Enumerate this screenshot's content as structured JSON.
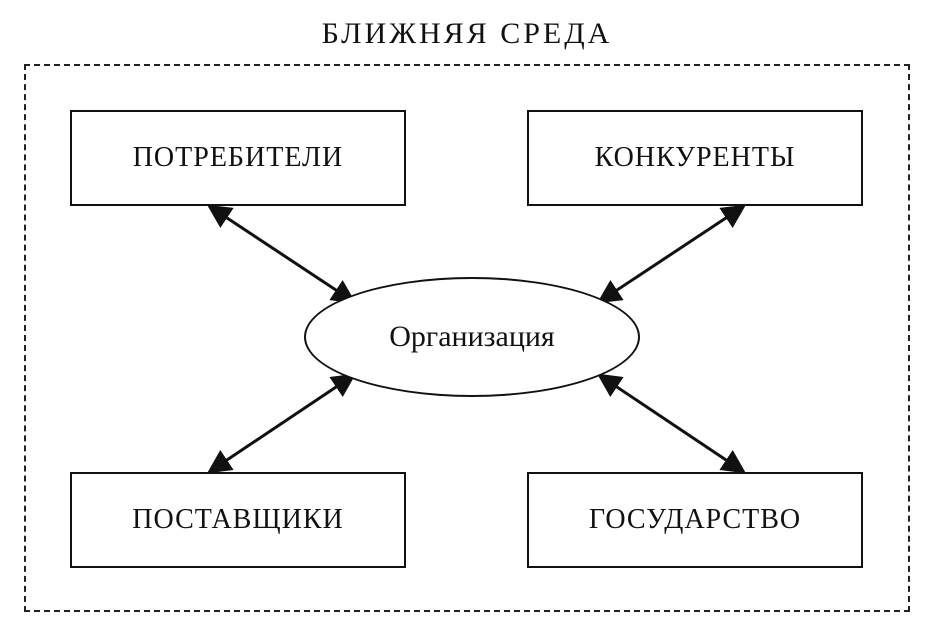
{
  "diagram": {
    "title": "БЛИЖНЯЯ СРЕДА",
    "center": "Организация",
    "nodes": {
      "consumers": "ПОТРЕБИТЕЛИ",
      "competitors": "КОНКУРЕНТЫ",
      "suppliers": "ПОСТАВЩИКИ",
      "state": "ГОСУДАРСТВО"
    }
  }
}
